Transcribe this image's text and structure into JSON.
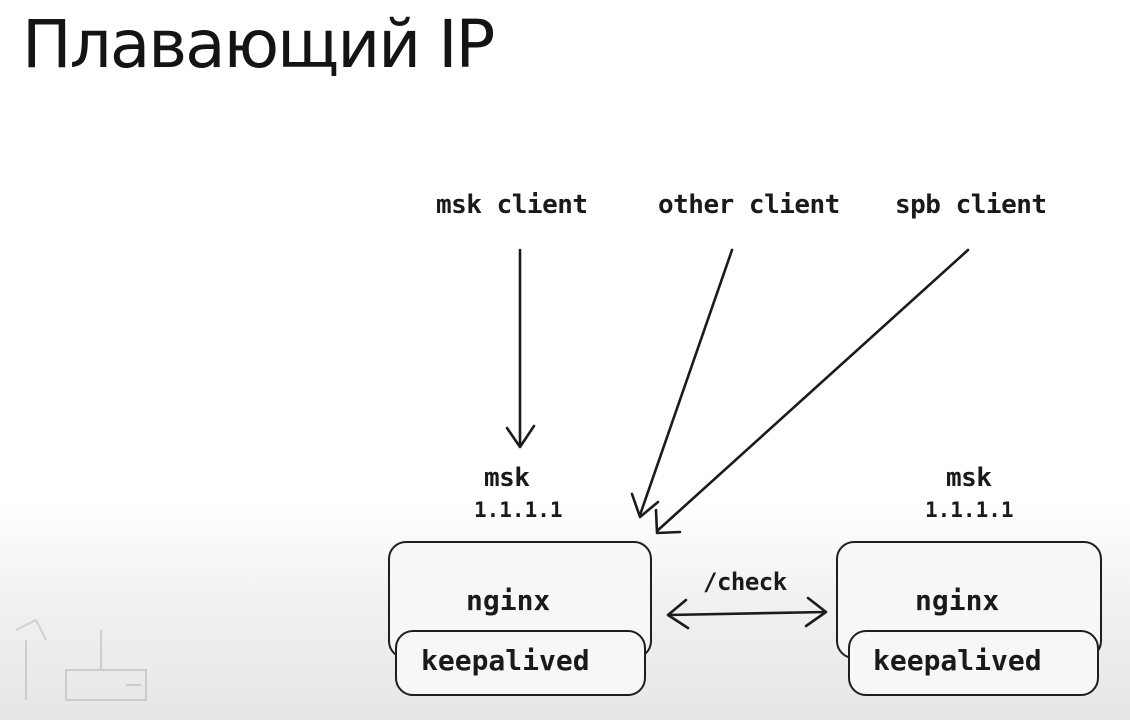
{
  "slide": {
    "title": "Плавающий IP"
  },
  "clients": {
    "msk": "msk client",
    "other": "other client",
    "spb": "spb client"
  },
  "servers": [
    {
      "dc": "msk",
      "ip": "1.1.1.1",
      "service": "nginx",
      "agent": "keepalived"
    },
    {
      "dc": "msk",
      "ip": "1.1.1.1",
      "service": "nginx",
      "agent": "keepalived"
    }
  ],
  "link": {
    "label": "/check"
  }
}
